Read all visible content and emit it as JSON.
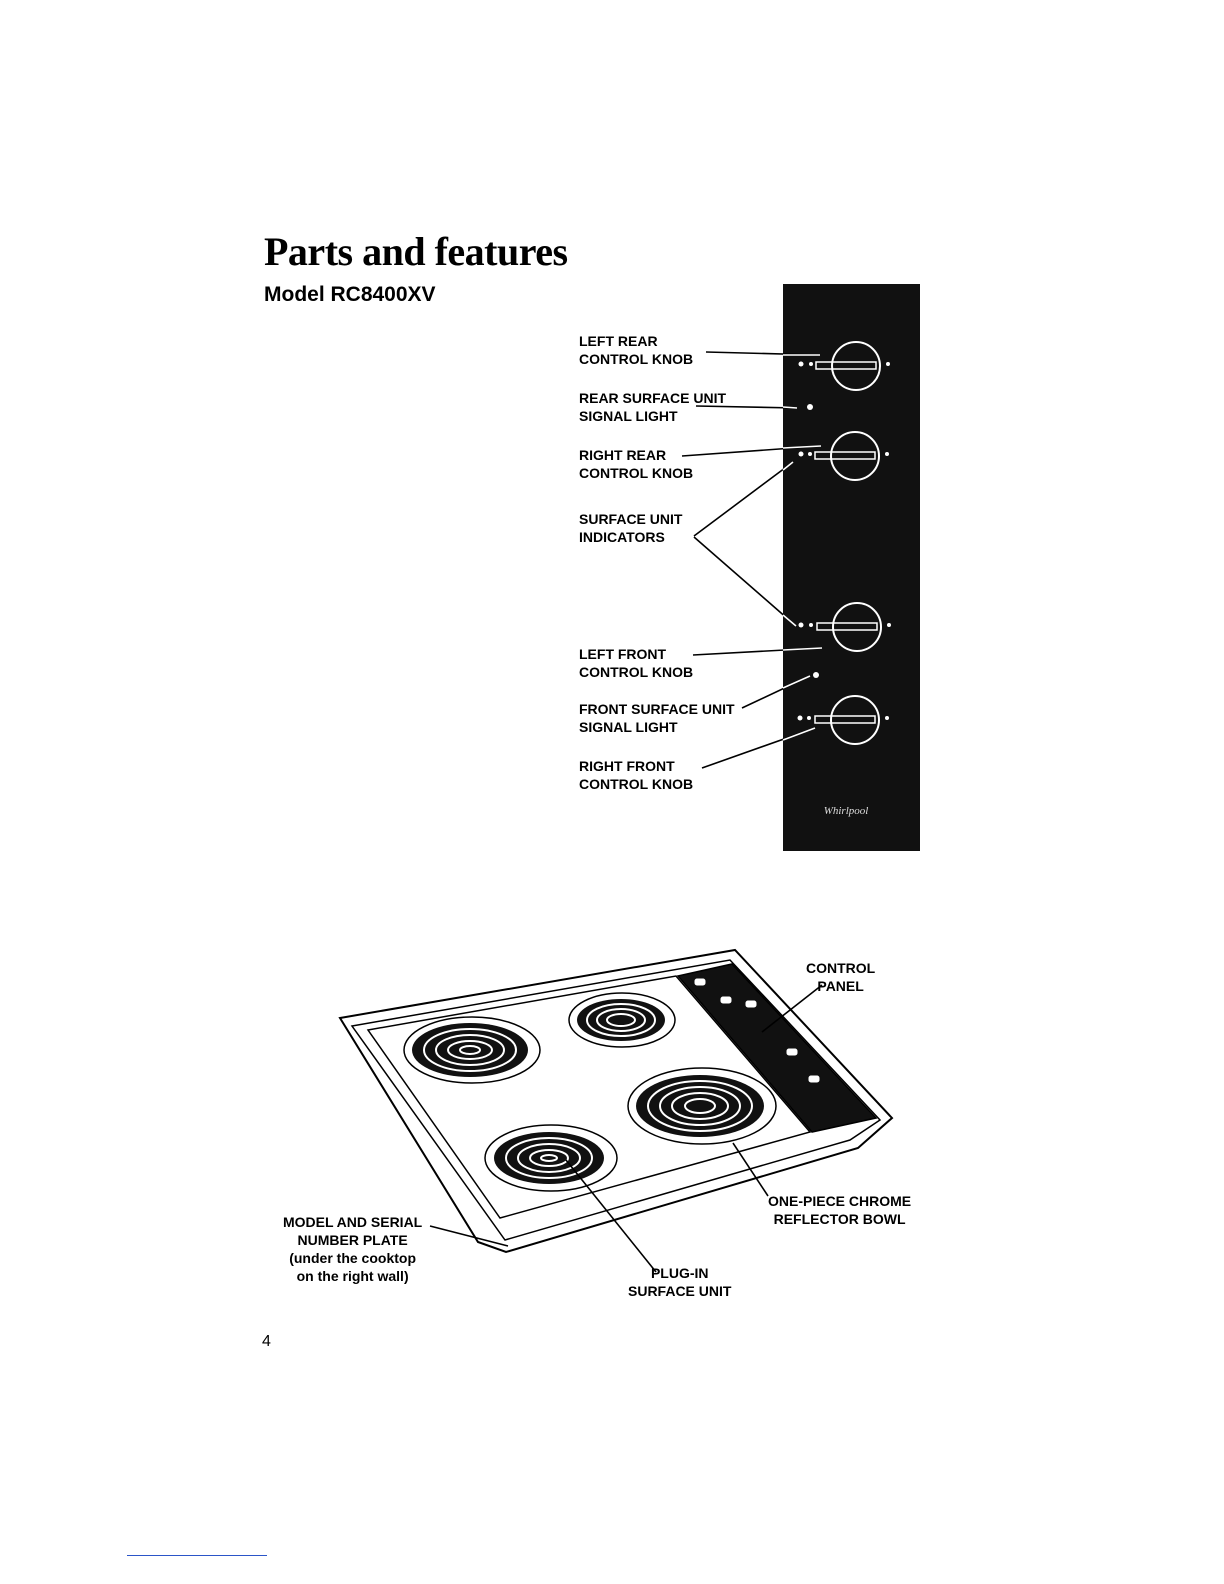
{
  "page": {
    "title": "Parts and features",
    "subtitle": "Model RC8400XV",
    "page_number": "4"
  },
  "panel": {
    "brand": "Whirlpool",
    "labels": {
      "left_rear": [
        "LEFT REAR",
        "CONTROL KNOB"
      ],
      "rear_signal": [
        "REAR SURFACE UNIT",
        "SIGNAL LIGHT"
      ],
      "right_rear": [
        "RIGHT REAR",
        "CONTROL KNOB"
      ],
      "indicators": [
        "SURFACE UNIT",
        "INDICATORS"
      ],
      "left_front": [
        "LEFT FRONT",
        "CONTROL KNOB"
      ],
      "front_signal": [
        "FRONT SURFACE UNIT",
        "SIGNAL LIGHT"
      ],
      "right_front": [
        "RIGHT FRONT",
        "CONTROL KNOB"
      ]
    }
  },
  "cooktop": {
    "labels": {
      "control_panel": [
        "CONTROL",
        "PANEL"
      ],
      "reflector": [
        "ONE-PIECE CHROME",
        "REFLECTOR BOWL"
      ],
      "plate": [
        "MODEL AND SERIAL",
        "NUMBER PLATE",
        "(under the cooktop",
        "on the right wall)"
      ],
      "plugin": [
        "PLUG-IN",
        "SURFACE UNIT"
      ]
    }
  }
}
